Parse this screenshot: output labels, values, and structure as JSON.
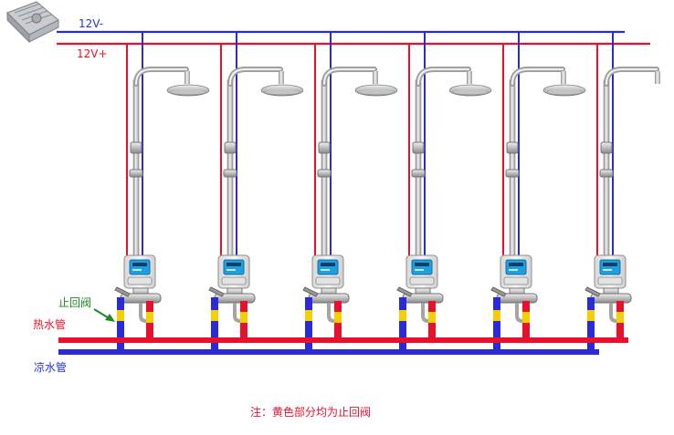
{
  "labels": {
    "neg": "12V-",
    "pos": "12V+",
    "valve": "止回阀",
    "hot": "热水管",
    "cold": "凉水管"
  },
  "note": "注：黄色部分均为止回阀",
  "units": {
    "count": 6
  },
  "colors": {
    "negative_wire": "#2a2ad6",
    "positive_wire": "#e8112d",
    "hot_pipe": "#e8112d",
    "cold_pipe": "#2a2ad6",
    "check_valve": "#f5d000",
    "meter_display": "#1f9fe0",
    "arrow": "#1f8a1f"
  },
  "icons": {
    "supply": "power-supply-icon",
    "shower": "shower-head-icon",
    "meter": "water-meter-icon",
    "faucet": "faucet-icon"
  }
}
